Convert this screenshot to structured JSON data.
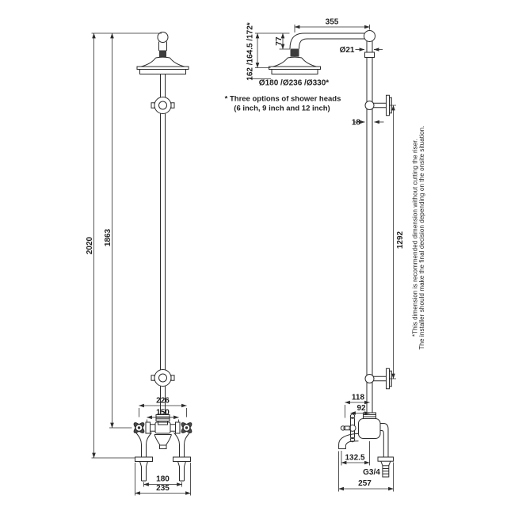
{
  "dims": {
    "overall_height": "2020",
    "height_to_valve": "1863",
    "handle_spacing": "226",
    "inlet_spacing": "150",
    "leg_spacing": "180",
    "base_width": "235",
    "arm_reach": "355",
    "head_drop_options": "162 /164.5 /172*",
    "arm_to_head": "77",
    "head_diameter_options": "Ø180 /Ø236 /Ø330*",
    "pipe_diameter": "Ø21",
    "bracket_gap": "18",
    "riser_length": "1292",
    "handle_to_riser": "118",
    "body_to_riser": "92",
    "spout_reach": "132.5",
    "outlet_thread": "G3/4",
    "overall_depth": "257"
  },
  "notes": {
    "shower_head_line1": "* Three options of shower heads",
    "shower_head_line2": "(6 inch, 9 inch and 12 inch)",
    "riser_line1": "*This dimension is recommended dimension without cutting the riser.",
    "riser_line2": "The installer should make the final decision depending on the onsite situation."
  },
  "colors": {
    "line": "#2b2b2b",
    "background": "#ffffff"
  }
}
